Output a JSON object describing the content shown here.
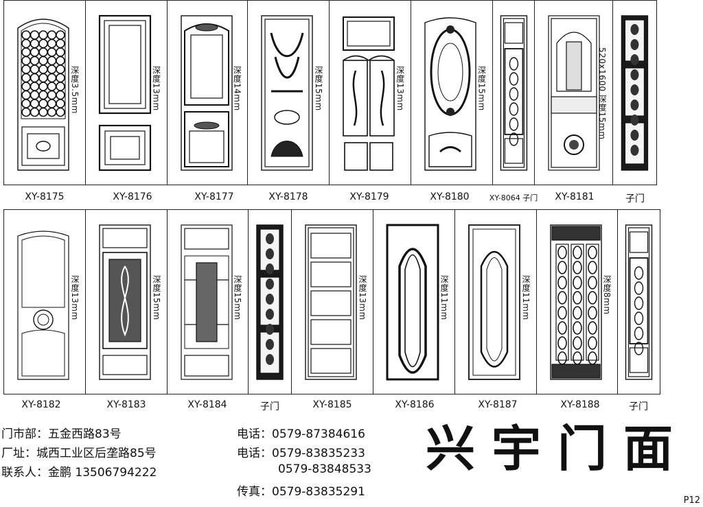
{
  "row1": [
    {
      "code": "XY-8175",
      "depth": "深度3.5mm",
      "style": "lattice"
    },
    {
      "code": "XY-8176",
      "depth": "深度13mm",
      "style": "raised"
    },
    {
      "code": "XY-8177",
      "depth": "深度14mm",
      "style": "arch"
    },
    {
      "code": "XY-8178",
      "depth": "深度15mm",
      "style": "carved"
    },
    {
      "code": "XY-8179",
      "depth": "深度13mm",
      "style": "split"
    },
    {
      "code": "XY-8180",
      "depth": "深度15mm",
      "style": "oval"
    },
    {
      "code": "XY-8064 子门",
      "depth": "",
      "style": "narrow"
    },
    {
      "code": "XY-8181",
      "depth": "520x1600 深度15mm",
      "style": "round"
    },
    {
      "code": "子门",
      "depth": "",
      "style": "narrowdark"
    }
  ],
  "row2": [
    {
      "code": "XY-8182",
      "depth": "深度13mm",
      "style": "plain"
    },
    {
      "code": "XY-8183",
      "depth": "深度15mm",
      "style": "carved2"
    },
    {
      "code": "XY-8184",
      "depth": "深度15mm",
      "style": "cross"
    },
    {
      "code": "子门",
      "depth": "",
      "style": "narrowdark2"
    },
    {
      "code": "XY-8185",
      "depth": "深度13mm",
      "style": "panels"
    },
    {
      "code": "XY-8186",
      "depth": "深度11mm",
      "style": "capsule"
    },
    {
      "code": "XY-8187",
      "depth": "深度11mm",
      "style": "capsule2"
    },
    {
      "code": "XY-8188",
      "depth": "深度8mm",
      "style": "ornate"
    },
    {
      "code": "子门",
      "depth": "",
      "style": "narrow2"
    }
  ],
  "contact": {
    "store": "门市部：五金西路83号",
    "factory": "厂址：城西工业区后垄路85号",
    "person": "联系人：金鹏   13506794222",
    "phone1": "电话：0579-87384616",
    "phone2": "电话：0579-83835233",
    "phone3": "0579-83848533",
    "fax": "传真：0579-83835291"
  },
  "brand": "兴宇门面",
  "page": "P12"
}
